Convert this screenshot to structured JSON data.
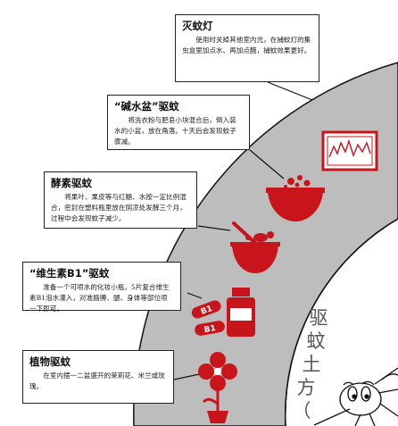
{
  "title": {
    "chars": [
      "驱",
      "蚊",
      "土",
      "方",
      "（"
    ]
  },
  "methods": [
    {
      "title": "灭蚊灯",
      "text": "使用时关掉其他室内光，在捕蚊灯的集虫盒里加点水、再加点醋，捕蚊效果更好。",
      "icon": "bug-zapper-icon"
    },
    {
      "title": "“碱水盆”驱蚊",
      "text": "将洗衣粉与肥皂小块混合后，倒入装水的小盆，放在角落。十天后会发现蚊子骤减。",
      "icon": "soap-basin-icon"
    },
    {
      "title": "酵素驱蚊",
      "text": "将果叶、果皮等与红糖、水按一定比例混合，密封在塑料瓶里放在阴凉处发酵三个月，过程中会发现蚊子减少。",
      "icon": "enzyme-bowl-icon"
    },
    {
      "title": "“维生素B1”驱蚊",
      "text": "准备一个可喷水的化妆小瓶，5片复合维生素B1泡水灌入，对准胳膊、腿、身体等部位喷一下即可。",
      "icon": "vitamin-bottle-icon"
    },
    {
      "title": "植物驱蚊",
      "text": "在室内摆一二盆盛开的茉莉花、米兰或玫瑰。",
      "icon": "flower-plant-icon"
    }
  ],
  "pill_label": "B1",
  "colors": {
    "red": "#c8151b",
    "ring": "#bdbdbd",
    "ink": "#222222"
  }
}
